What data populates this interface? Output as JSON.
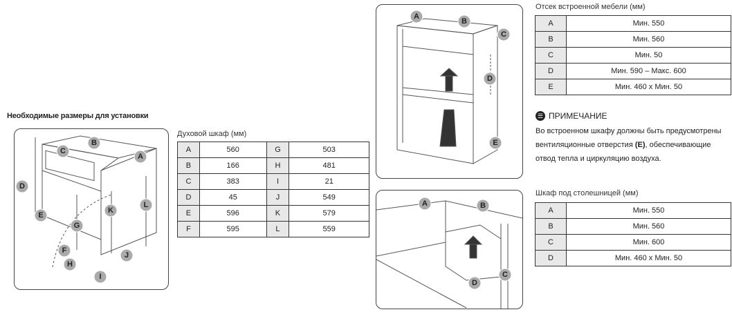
{
  "title": "Необходимые размеры для установки",
  "oven": {
    "caption": "Духовой шкаф (мм)",
    "rows": [
      [
        "A",
        "560",
        "G",
        "503"
      ],
      [
        "B",
        "166",
        "H",
        "481"
      ],
      [
        "C",
        "383",
        "I",
        "21"
      ],
      [
        "D",
        "45",
        "J",
        "549"
      ],
      [
        "E",
        "596",
        "K",
        "579"
      ],
      [
        "F",
        "595",
        "L",
        "559"
      ]
    ],
    "diagram_labels": [
      "A",
      "B",
      "C",
      "D",
      "E",
      "F",
      "G",
      "H",
      "I",
      "J",
      "K",
      "L"
    ]
  },
  "cabinet": {
    "caption": "Отсек встроенной мебели (мм)",
    "rows": [
      [
        "A",
        "Мин. 550"
      ],
      [
        "B",
        "Мин. 560"
      ],
      [
        "C",
        "Мин. 50"
      ],
      [
        "D",
        "Мин. 590 – Макс. 600"
      ],
      [
        "E",
        "Мин. 460 x Мин. 50"
      ]
    ],
    "diagram_labels": [
      "A",
      "B",
      "C",
      "D",
      "E"
    ]
  },
  "note": {
    "heading": "ПРИМЕЧАНИЕ",
    "text_before": "Во встроенном шкафу должны быть предусмотрены вентиляционные отверстия ",
    "text_bold": "(E)",
    "text_after": ", обеспечивающие отвод тепла и циркуляцию воздуха."
  },
  "undercounter": {
    "caption": "Шкаф под столешницей (мм)",
    "rows": [
      [
        "A",
        "Мин. 550"
      ],
      [
        "B",
        "Мин. 560"
      ],
      [
        "C",
        "Мин. 600"
      ],
      [
        "D",
        "Мин. 460 x Мин. 50"
      ]
    ],
    "diagram_labels": [
      "A",
      "B",
      "C",
      "D"
    ]
  }
}
